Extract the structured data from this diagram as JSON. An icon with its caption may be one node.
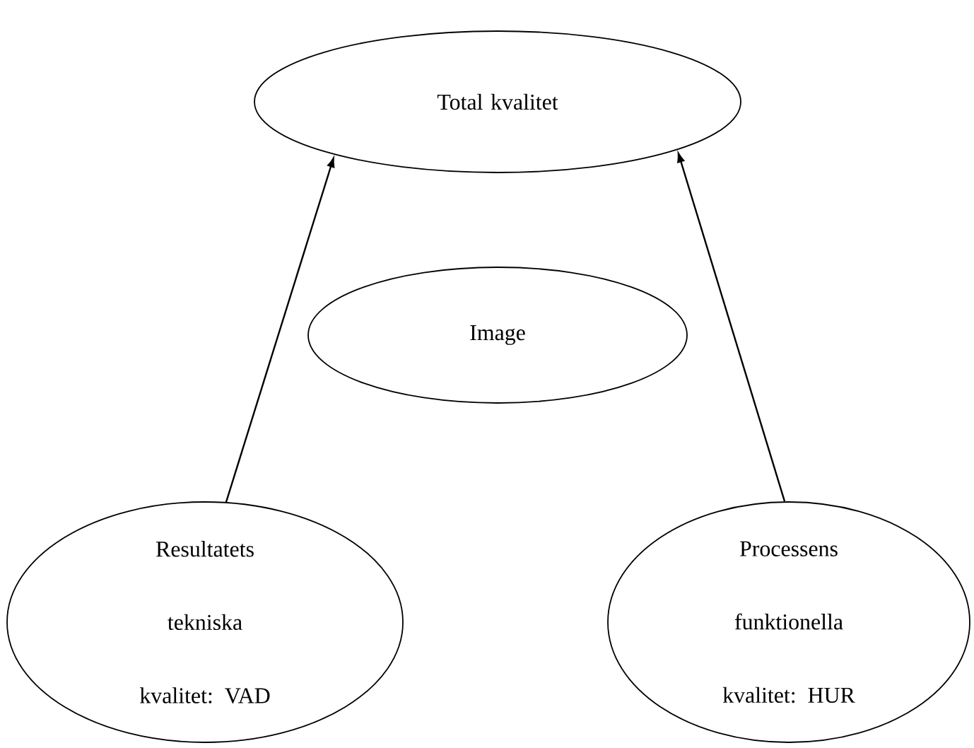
{
  "diagram": {
    "nodes": [
      {
        "text": [
          "Total kvalitet"
        ]
      },
      {
        "text": [
          "Image"
        ]
      },
      {
        "text": [
          "Resultatets tekniska kvalitet: VAD"
        ]
      },
      {
        "text": [
          "Processens funktionella kvalitet: HUR"
        ]
      }
    ],
    "edges": [
      {
        "from": 2,
        "to": 0,
        "arrow": "to"
      },
      {
        "from": 3,
        "to": 0,
        "arrow": "to"
      }
    ]
  }
}
